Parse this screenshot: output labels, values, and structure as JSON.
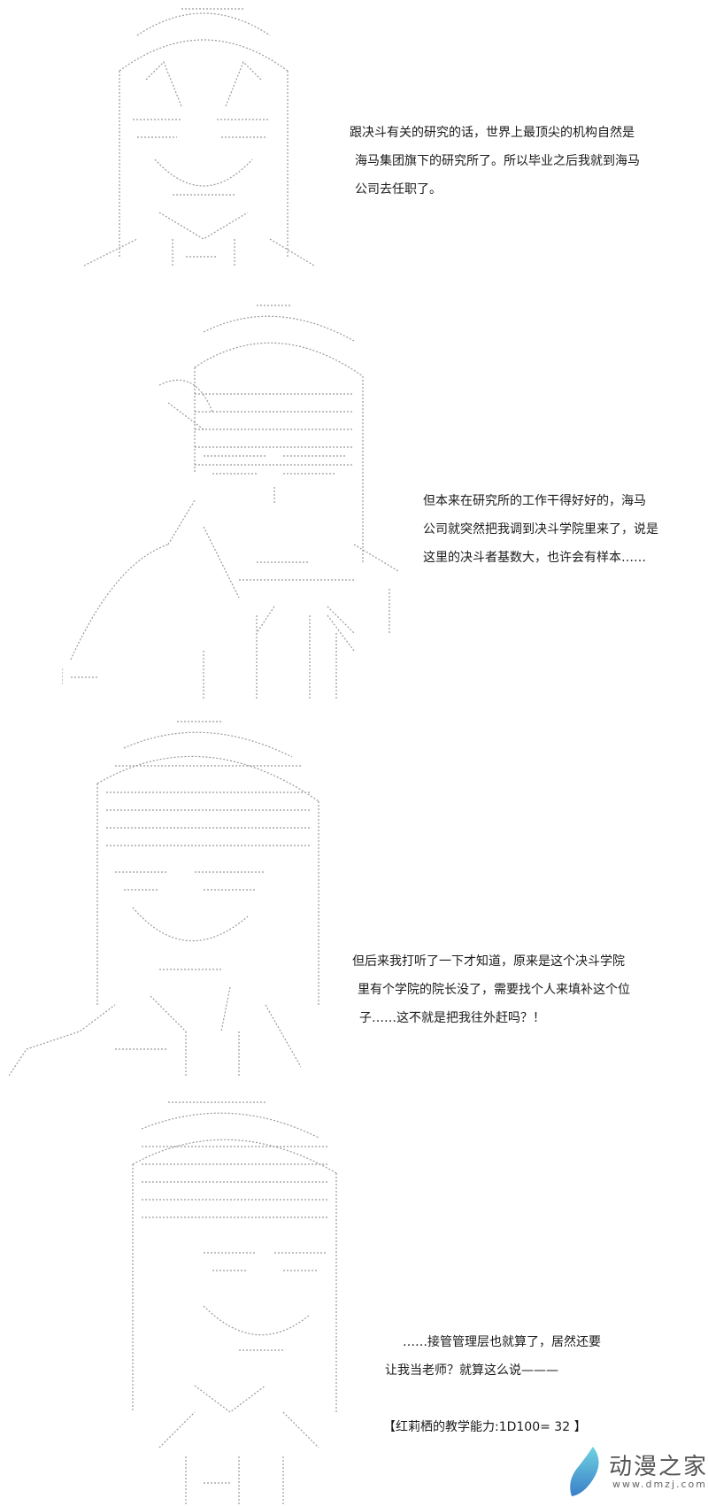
{
  "panels": [
    {
      "lines": [
        "跟决斗有关的研究的话，世界上最顶尖的机构自然是",
        "海马集团旗下的研究所了。所以毕业之后我就到海马",
        "公司去任职了。"
      ]
    },
    {
      "lines": [
        "但本来在研究所的工作干得好好的，海马",
        "公司就突然把我调到决斗学院里来了，说是",
        "这里的决斗者基数大，也许会有样本……"
      ]
    },
    {
      "lines": [
        "但后来我打听了一下才知道，原来是这个决斗学院",
        "里有个学院的院长没了，需要找个人来填补这个位",
        "子……这不就是把我往外赶吗？！"
      ]
    },
    {
      "lines": [
        "……接管管理层也就算了，居然还要",
        "让我当老师？就算这么说———"
      ],
      "dice_roll": "【红莉栖的教学能力:1D100= 32 】"
    }
  ],
  "watermark": {
    "name": "动漫之家",
    "url": "www.dmzj.com",
    "icon": "blue-feather-logo-icon",
    "color": "#4a9fd8"
  }
}
